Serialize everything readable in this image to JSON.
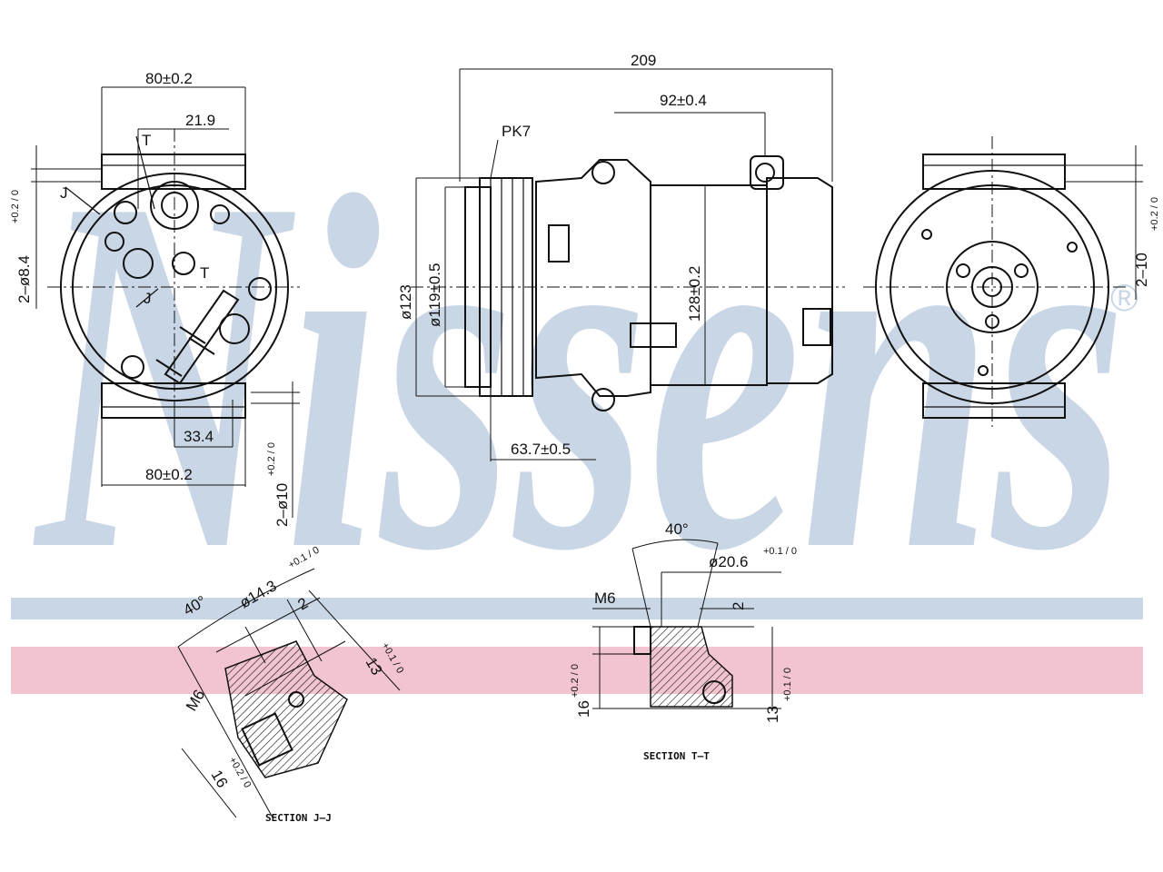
{
  "brand": {
    "watermark": "Nissens",
    "registered_mark": "®",
    "watermark_color": "#c9d6e6",
    "stripe_blue": "#c9d6e6",
    "stripe_red": "#f2c4cf"
  },
  "front_view": {
    "dim_top_width": "80±0.2",
    "dim_offset": "21.9",
    "dim_hole": "2–ø8.4",
    "dim_hole_tol": "+0.2 / 0",
    "dim_bottom_offset": "33.4",
    "dim_bottom_width": "80±0.2",
    "dim_bottom_hole": "2–ø10",
    "dim_bottom_hole_tol": "+0.2 / 0",
    "label_t1": "T",
    "label_t2": "T",
    "label_j1": "J",
    "label_j2": "J"
  },
  "side_view": {
    "dim_length": "209",
    "dim_mount": "92±0.4",
    "pulley": "PK7",
    "dim_outer": "ø123",
    "dim_pulley": "ø119±0.5",
    "dim_body": "128±0.2",
    "dim_pulley_offset": "63.7±0.5"
  },
  "rear_view": {
    "dim_hole": "2–10",
    "dim_hole_tol": "+0.2 / 0"
  },
  "section_j": {
    "title": "SECTION J–J",
    "angle": "40°",
    "dim_bore": "ø14.3",
    "dim_bore_tol": "+0.1 / 0",
    "dim_depth": "2",
    "dim_thread": "M6",
    "dim_height_a": "13",
    "dim_height_a_tol": "+0.1 / 0",
    "dim_height_b": "16",
    "dim_height_b_tol": "+0.2 / 0"
  },
  "section_t": {
    "title": "SECTION T–T",
    "angle": "40°",
    "dim_bore": "ø20.6",
    "dim_bore_tol": "+0.1 / 0",
    "dim_depth": "2",
    "dim_thread": "M6",
    "dim_height_a": "16",
    "dim_height_a_tol": "+0.2 / 0",
    "dim_height_b": "13",
    "dim_height_b_tol": "+0.1 / 0"
  }
}
